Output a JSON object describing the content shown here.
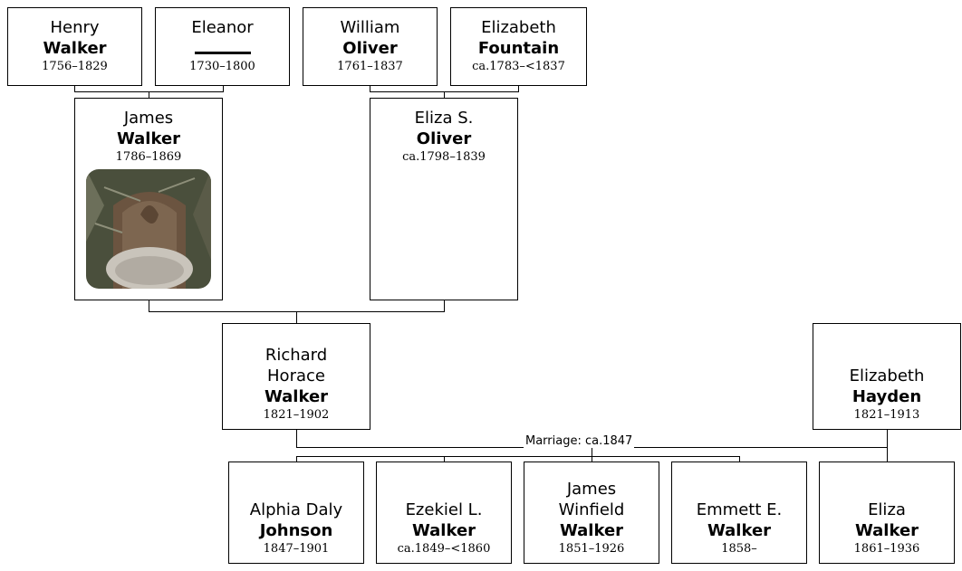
{
  "people": {
    "henry": {
      "given": "Henry",
      "surname": "Walker",
      "dates": "1756–1829"
    },
    "eleanor": {
      "given": "Eleanor",
      "surname": "",
      "dates": "1730–1800"
    },
    "william": {
      "given": "William",
      "surname": "Oliver",
      "dates": "1761–1837"
    },
    "elizabeth_f": {
      "given": "Elizabeth",
      "surname": "Fountain",
      "dates": "ca.1783–<1837"
    },
    "james": {
      "given": "James",
      "surname": "Walker",
      "dates": "1786–1869"
    },
    "eliza_s": {
      "given": "Eliza S.",
      "surname": "Oliver",
      "dates": "ca.1798–1839"
    },
    "richard": {
      "given_line1": "Richard",
      "given_line2": "Horace",
      "surname": "Walker",
      "dates": "1821–1902"
    },
    "elizabeth_h": {
      "given": "Elizabeth",
      "surname": "Hayden",
      "dates": "1821–1913"
    },
    "alphia": {
      "given": "Alphia Daly",
      "surname": "Johnson",
      "dates": "1847–1901"
    },
    "ezekiel": {
      "given": "Ezekiel L.",
      "surname": "Walker",
      "dates": "ca.1849–<1860"
    },
    "james_w": {
      "given_line1": "James",
      "given_line2": "Winfield",
      "surname": "Walker",
      "dates": "1851–1926"
    },
    "emmett": {
      "given": "Emmett E.",
      "surname": "Walker",
      "dates": "1858–"
    },
    "eliza": {
      "given": "Eliza",
      "surname": "Walker",
      "dates": "1861–1936"
    }
  },
  "marriage_label": "Marriage: ca.1847",
  "colors": {
    "line": "#000000",
    "box_border": "#000000",
    "background": "#ffffff"
  }
}
